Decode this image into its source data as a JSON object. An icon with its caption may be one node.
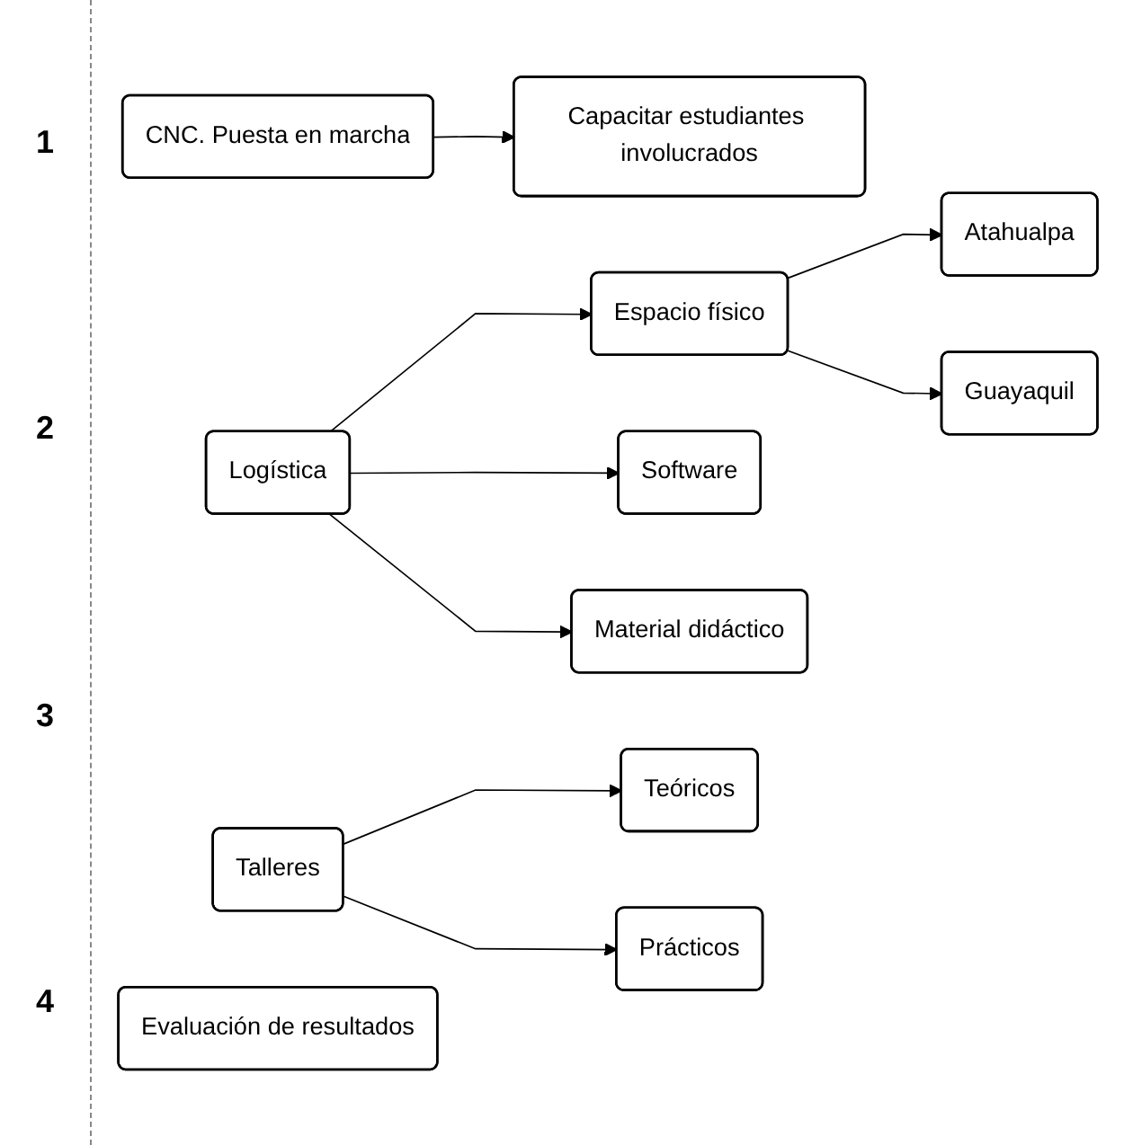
{
  "diagram": {
    "nodes": [
      {
        "text": [
          "CNC. Puesta en marcha"
        ]
      },
      {
        "text": [
          "Capacitar estudiantes involucrados"
        ]
      },
      {
        "text": [
          "Logística"
        ]
      },
      {
        "text": [
          "Espacio físico"
        ]
      },
      {
        "text": [
          "Atahualpa"
        ]
      },
      {
        "text": [
          "Guayaquil"
        ]
      },
      {
        "text": [
          "Software"
        ]
      },
      {
        "text": [
          "Material didáctico"
        ]
      },
      {
        "text": [
          "Talleres"
        ]
      },
      {
        "text": [
          "Teóricos"
        ]
      },
      {
        "text": [
          "Prácticos"
        ]
      },
      {
        "text": [
          "Evaluación de resultados"
        ]
      }
    ],
    "edges": [
      {
        "from": 0,
        "to": 1,
        "arrow": "to"
      },
      {
        "from": 2,
        "to": 3,
        "arrow": "to"
      },
      {
        "from": 3,
        "to": 4,
        "arrow": "to"
      },
      {
        "from": 3,
        "to": 5,
        "arrow": "to"
      },
      {
        "from": 2,
        "to": 6,
        "arrow": "to"
      },
      {
        "from": 2,
        "to": 7,
        "arrow": "to"
      },
      {
        "from": 8,
        "to": 9,
        "arrow": "to"
      },
      {
        "from": 8,
        "to": 10,
        "arrow": "to"
      }
    ],
    "labels": [
      "1",
      "2",
      "3",
      "4"
    ]
  }
}
